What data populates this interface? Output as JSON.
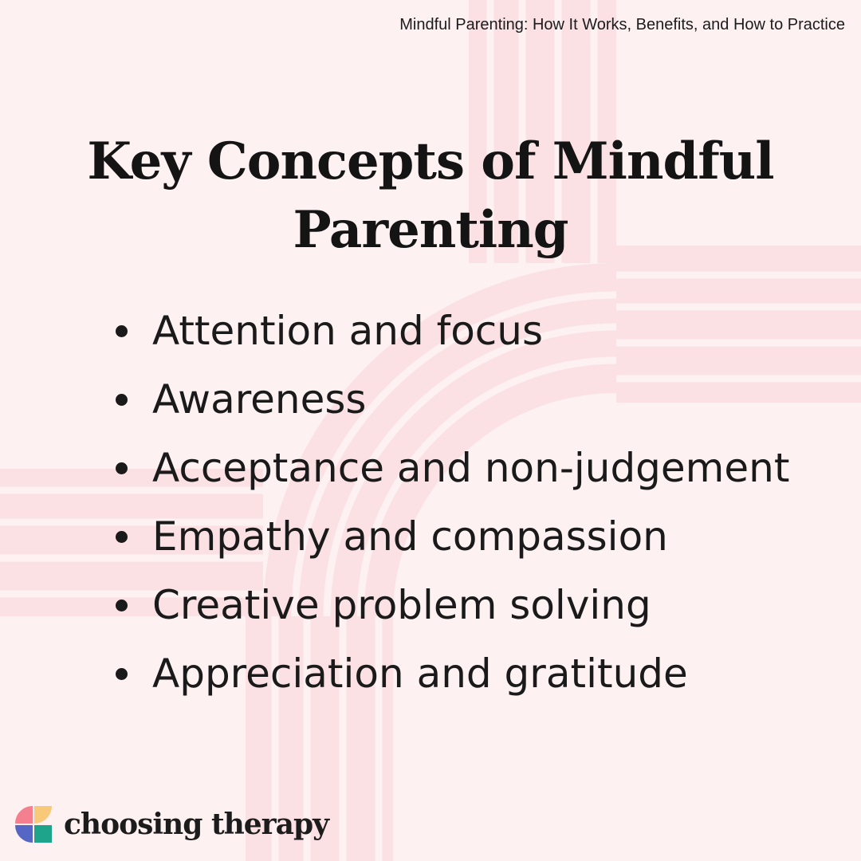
{
  "header": {
    "article_title": "Mindful Parenting: How It Works, Benefits, and How to Practice"
  },
  "main": {
    "heading": "Key Concepts of Mindful Parenting",
    "concepts": [
      "Attention and focus",
      "Awareness",
      "Acceptance and non-judgement",
      "Empathy and compassion",
      "Creative problem solving",
      "Appreciation and gratitude"
    ]
  },
  "brand": {
    "name": "choosing therapy",
    "logo_colors": [
      "#f47f8e",
      "#f9c97a",
      "#5566c4",
      "#1ea48a"
    ]
  },
  "colors": {
    "background": "#fdf1f2",
    "decor_stripe": "#fbe1e4",
    "text": "#1a1a1a"
  }
}
